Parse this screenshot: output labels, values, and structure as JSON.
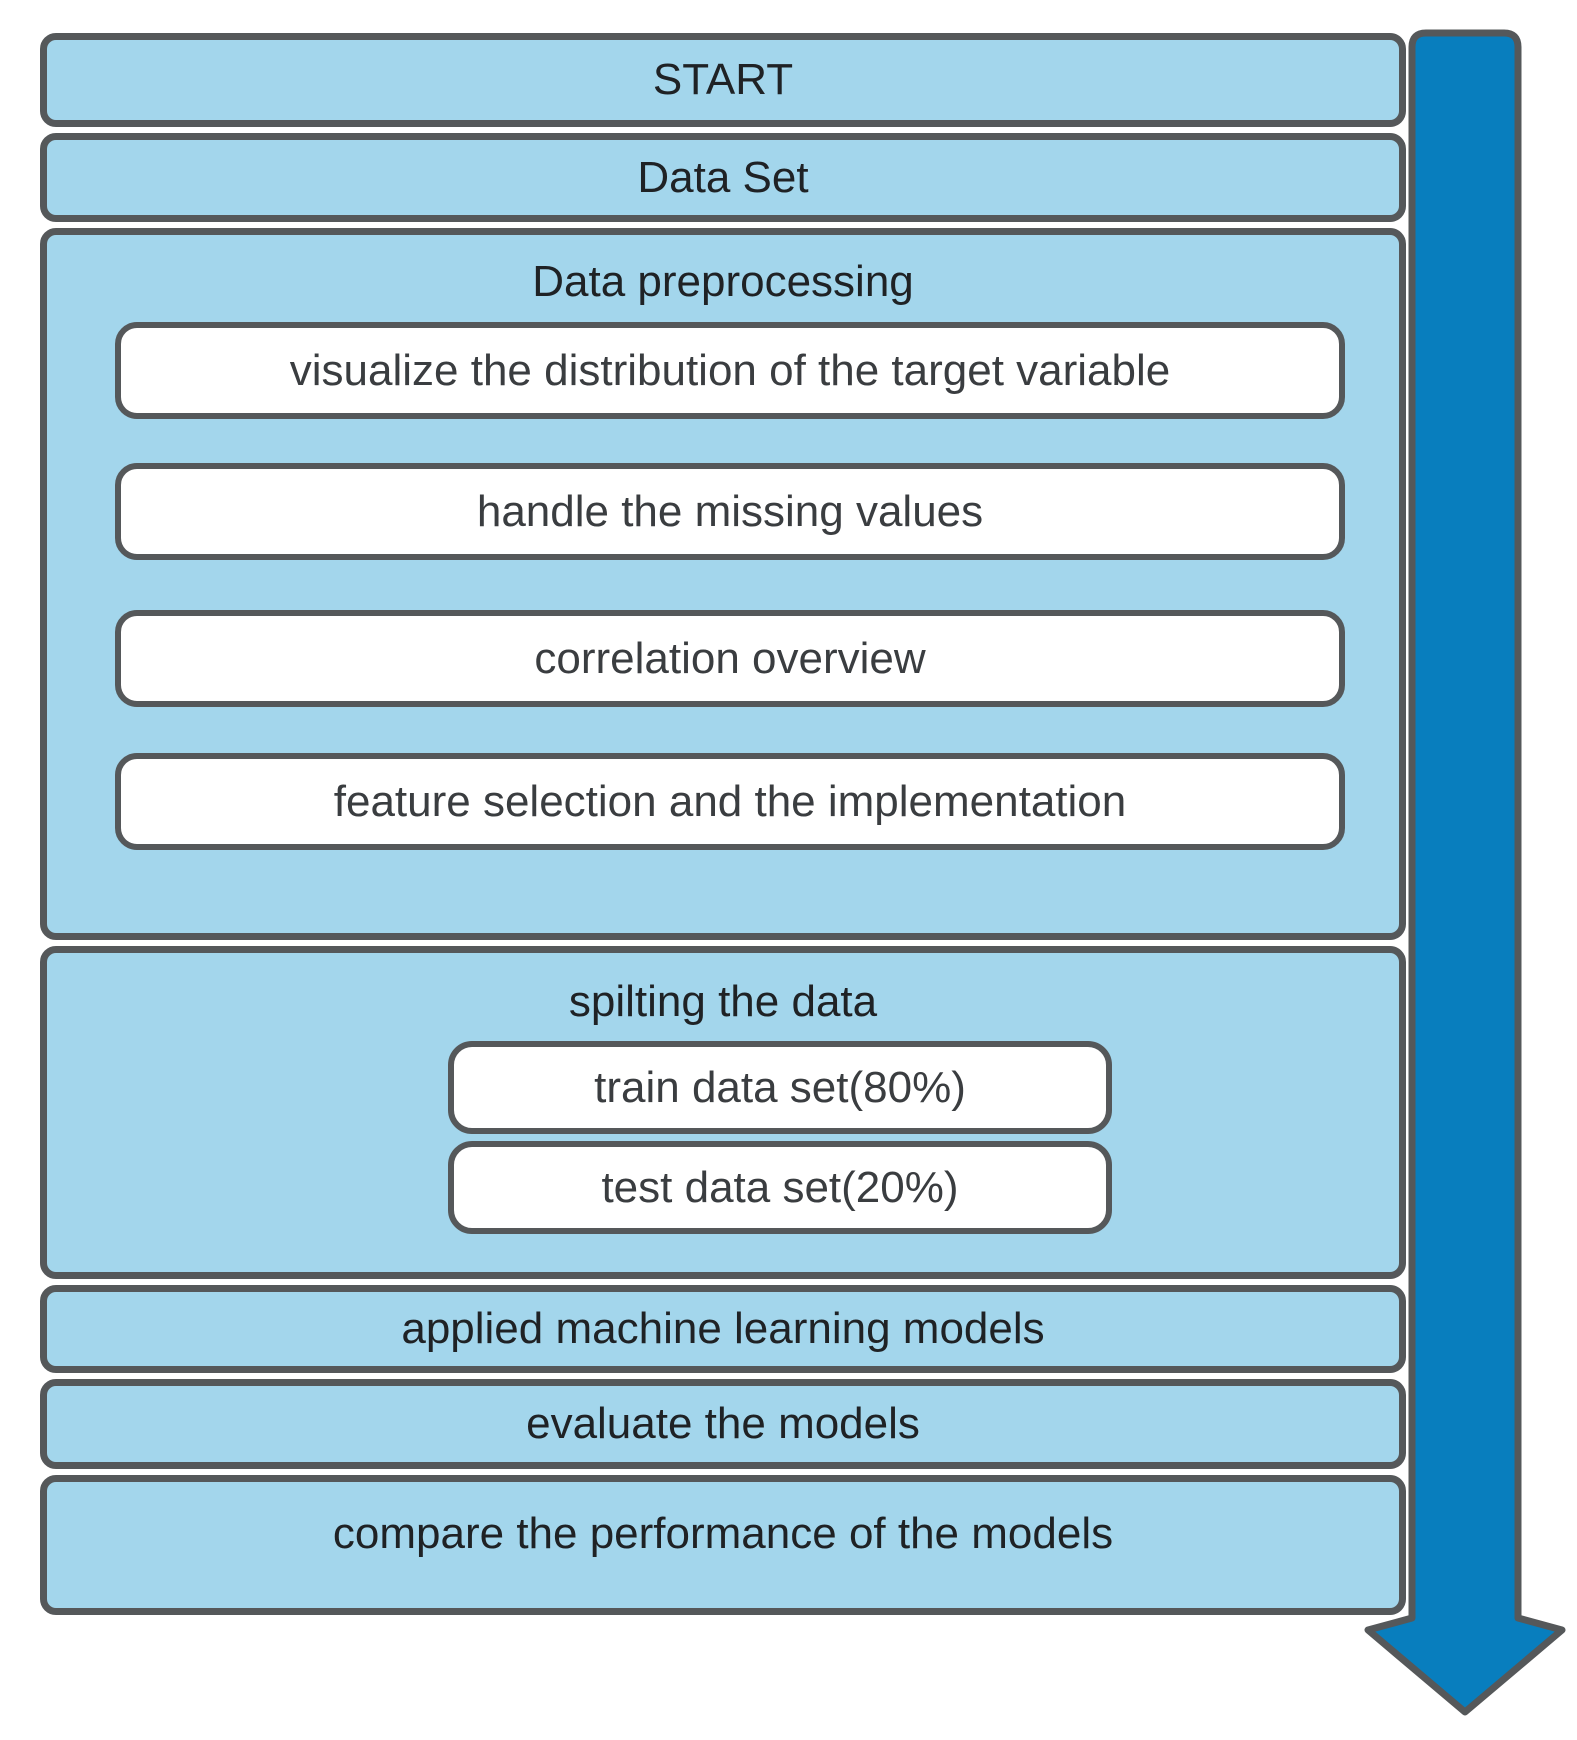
{
  "colors": {
    "node_fill": "#a3d6ec",
    "node_border": "#55585a",
    "inner_step_fill": "#ffffff",
    "arrow_fill": "#087ebe",
    "title_text": "#1f2225",
    "step_text": "#3a3d40"
  },
  "icons": {
    "down_arrow": "flow-down-arrow"
  },
  "flow": {
    "start": {
      "label": "START"
    },
    "data_set": {
      "label": "Data Set"
    },
    "preprocessing": {
      "title": "Data preprocessing",
      "steps": [
        "visualize the distribution of the target variable",
        "handle the missing values",
        "correlation overview",
        "feature selection and the implementation"
      ]
    },
    "splitting": {
      "title": "spilting the data",
      "steps": [
        "train data set(80%)",
        "test data set(20%)"
      ]
    },
    "applied_models": {
      "label": "applied machine learning models"
    },
    "evaluate": {
      "label": "evaluate the models"
    },
    "compare": {
      "label": "compare the performance of the models"
    }
  }
}
